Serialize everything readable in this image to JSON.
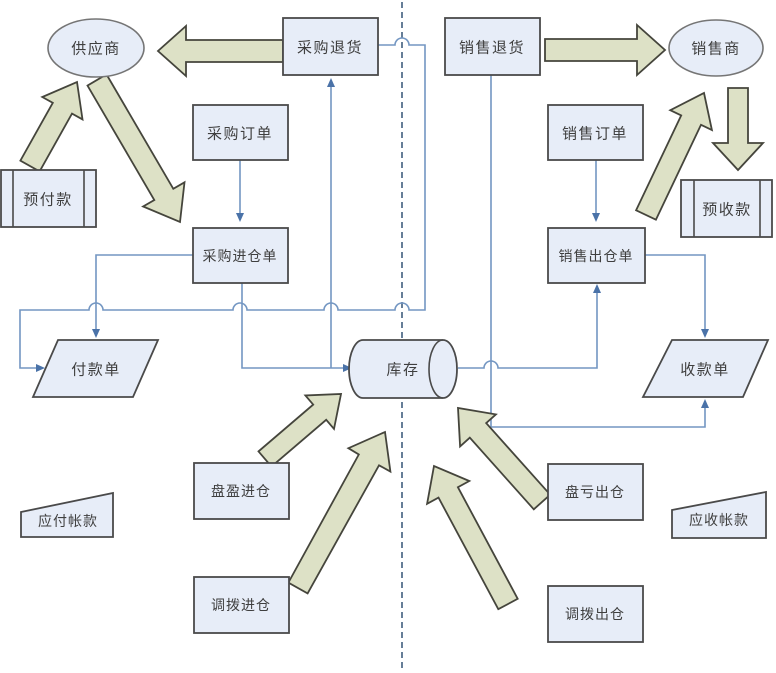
{
  "colors": {
    "bg": "#ffffff",
    "node_fill": "#e7edf8",
    "node_border": "#4a4a4a",
    "ellipse_border": "#757575",
    "arrow_fill": "#dde1c6",
    "arrow_border": "#45453c",
    "connector": "#7396c2",
    "arrowhead": "#4a72a8",
    "divider": "#56708c",
    "text": "#3f3f3f"
  },
  "nodes": {
    "supplier": {
      "label": "供应商",
      "shape": "ellipse"
    },
    "purchase_return": {
      "label": "采购退货",
      "shape": "rect"
    },
    "sales_return": {
      "label": "销售退货",
      "shape": "rect"
    },
    "seller": {
      "label": "销售商",
      "shape": "ellipse"
    },
    "purchase_order": {
      "label": "采购订单",
      "shape": "rect"
    },
    "sales_order": {
      "label": "销售订单",
      "shape": "rect"
    },
    "prepayment": {
      "label": "预付款",
      "shape": "predefined-process"
    },
    "advance_receipt": {
      "label": "预收款",
      "shape": "predefined-process"
    },
    "purchase_receipt": {
      "label": "采购进仓单",
      "shape": "rect"
    },
    "sales_issue": {
      "label": "销售出仓单",
      "shape": "rect"
    },
    "payment_slip": {
      "label": "付款单",
      "shape": "parallelogram"
    },
    "inventory": {
      "label": "库存",
      "shape": "cylinder"
    },
    "receipt_slip": {
      "label": "收款单",
      "shape": "parallelogram"
    },
    "accounts_payable": {
      "label": "应付帐款",
      "shape": "quad"
    },
    "accounts_receivable": {
      "label": "应收帐款",
      "shape": "quad"
    },
    "gain_in": {
      "label": "盘盈进仓",
      "shape": "rect"
    },
    "loss_out": {
      "label": "盘亏出仓",
      "shape": "rect"
    },
    "transfer_in": {
      "label": "调拨进仓",
      "shape": "rect"
    },
    "transfer_out": {
      "label": "调拨出仓",
      "shape": "rect"
    }
  },
  "flows": [
    {
      "from": "prepayment",
      "to": "supplier",
      "style": "block-arrow"
    },
    {
      "from": "supplier",
      "to": "purchase_receipt",
      "style": "block-arrow"
    },
    {
      "from": "purchase_return",
      "to": "supplier",
      "style": "block-arrow"
    },
    {
      "from": "sales_return",
      "to": "seller",
      "style": "block-arrow"
    },
    {
      "from": "sales_issue",
      "to": "seller",
      "style": "block-arrow"
    },
    {
      "from": "seller",
      "to": "advance_receipt",
      "style": "block-arrow"
    },
    {
      "from": "gain_in",
      "to": "inventory",
      "style": "block-arrow"
    },
    {
      "from": "transfer_in",
      "to": "inventory",
      "style": "block-arrow"
    },
    {
      "from": "loss_out",
      "to": "inventory",
      "style": "block-arrow"
    },
    {
      "from": "transfer_out",
      "to": "inventory",
      "style": "block-arrow"
    },
    {
      "from": "purchase_order",
      "to": "purchase_receipt",
      "style": "line"
    },
    {
      "from": "sales_order",
      "to": "sales_issue",
      "style": "line"
    },
    {
      "from": "purchase_receipt",
      "to": "payment_slip",
      "style": "line"
    },
    {
      "from": "purchase_return",
      "to": "payment_slip",
      "style": "line"
    },
    {
      "from": "purchase_receipt",
      "to": "inventory",
      "style": "line"
    },
    {
      "from": "inventory",
      "to": "purchase_return",
      "style": "line"
    },
    {
      "from": "inventory",
      "to": "sales_issue",
      "style": "line"
    },
    {
      "from": "sales_issue",
      "to": "receipt_slip",
      "style": "line"
    },
    {
      "from": "sales_return",
      "to": "receipt_slip",
      "style": "line"
    }
  ]
}
